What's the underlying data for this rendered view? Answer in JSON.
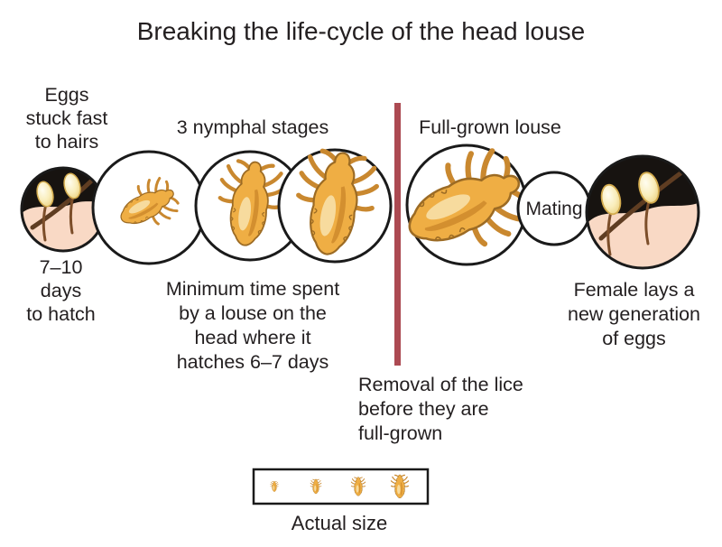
{
  "title": "Breaking the life-cycle of the head louse",
  "diagram": {
    "egg_stage_label": "Eggs\nstuck fast\nto hairs",
    "egg_hatch_time": "7–10\ndays\nto hatch",
    "nymph_stage_label": "3 nymphal stages",
    "nymph_duration_note": "Minimum time spent\nby a louse on the\nhead where it\nhatches 6–7 days",
    "adult_label": "Full-grown louse",
    "mating_label": "Mating",
    "female_note": "Female lays a\nnew generation\nof eggs",
    "removal_note": "Removal of the lice\nbefore they are\nfull-grown",
    "actual_size_label": "Actual size"
  },
  "icons": {
    "nymph_1": "small-louse-nymph-icon",
    "nymph_2": "medium-louse-nymph-icon",
    "nymph_3": "large-louse-nymph-icon",
    "adult": "full-grown-louse-icon",
    "eggs_left": "eggs-on-hair-illustration",
    "eggs_right": "eggs-on-hair-illustration",
    "actual_row": "actual-size-lice-icons"
  },
  "colors": {
    "text": "#231f20",
    "divider": "#ac4a52",
    "outline": "#1a1a1a",
    "scalp_black": "#171310",
    "skin": "#f9d9c5",
    "louse_body": "#efae44",
    "louse_highlight": "#f8e3ae",
    "louse_outline": "#9c6b24",
    "egg_shell": "#f9edba",
    "hair_strand": "#7c4e2a"
  }
}
